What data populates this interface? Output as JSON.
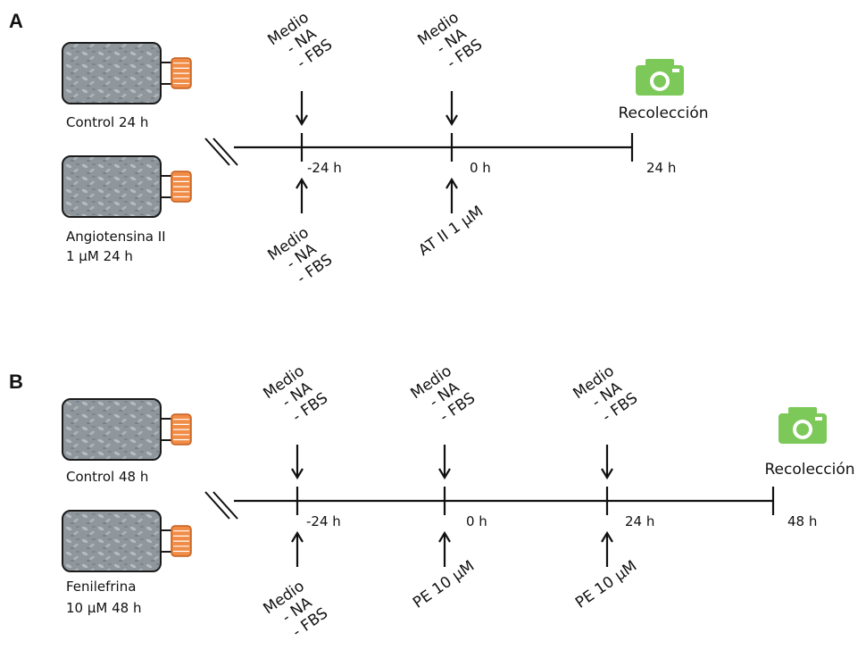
{
  "panels": [
    {
      "letter": "A",
      "flasks": [
        {
          "line1": "Control 24 h",
          "line2": ""
        },
        {
          "line1": "Angiotensina II",
          "line2": "1 µM 24 h"
        }
      ],
      "ticks": [
        "-24 h",
        "0 h",
        "24 h"
      ],
      "top_labels": [
        [
          "Medio",
          "- NA",
          "- FBS"
        ],
        [
          "Medio",
          "- NA",
          "- FBS"
        ]
      ],
      "bottom_labels": [
        [
          "Medio",
          "- NA",
          "- FBS"
        ],
        [
          "AT II 1 µM"
        ]
      ],
      "collection_label": "Recolección"
    },
    {
      "letter": "B",
      "flasks": [
        {
          "line1": "Control 48 h",
          "line2": ""
        },
        {
          "line1": "Fenilefrina",
          "line2": "10 µM 48 h"
        }
      ],
      "ticks": [
        "-24 h",
        "0 h",
        "24 h",
        "48 h"
      ],
      "top_labels": [
        [
          "Medio",
          "- NA",
          "- FBS"
        ],
        [
          "Medio",
          "- NA",
          "- FBS"
        ],
        [
          "Medio",
          "- NA",
          "- FBS"
        ]
      ],
      "bottom_labels": [
        [
          "Medio",
          "- NA",
          "- FBS"
        ],
        [
          "PE 10 µM"
        ],
        [
          "PE 10 µM"
        ]
      ],
      "collection_label": "Recolección"
    }
  ],
  "colors": {
    "flask_body": "#8f979d",
    "flask_cap": "#f08c46",
    "camera": "#7cc95a",
    "line": "#111111"
  },
  "icons": [
    "cell-culture-flask-icon",
    "camera-icon",
    "arrow-down-icon",
    "arrow-up-icon"
  ]
}
